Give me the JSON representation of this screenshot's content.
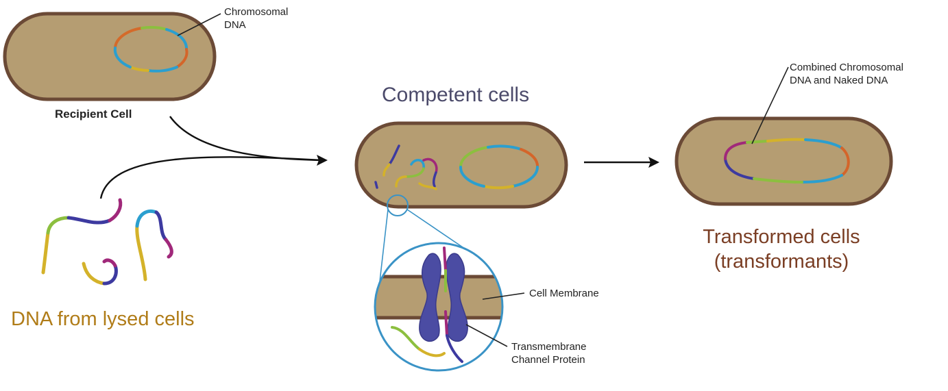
{
  "labels": {
    "chromosomal_dna": [
      "Chromosomal",
      "DNA"
    ],
    "recipient_cell": "Recipient Cell",
    "competent_cells": "Competent cells",
    "combined_dna": [
      "Combined Chromosomal",
      "DNA and Naked DNA"
    ],
    "transformed_cells": [
      "Transformed cells",
      "(transformants)"
    ],
    "dna_from_lysed_cells": "DNA from lysed cells",
    "cell_membrane": "Cell Membrane",
    "channel_protein": [
      "Transmembrane",
      "Channel Protein"
    ]
  },
  "colors": {
    "cell_fill": "#b59d72",
    "cell_border": "#6b4a36",
    "dna_blue": "#2b9fcf",
    "dna_green": "#8cbf3f",
    "dna_yellow": "#d4b22a",
    "dna_orange": "#e0652a",
    "dna_purple": "#6a2a7a",
    "dna_indigo": "#3d3aa0",
    "protein": "#4b4ca3",
    "zoom_circle": "#3a93c6",
    "gold_text": "#b07c18",
    "slate_text": "#4b4a6a",
    "brown_text": "#7a3e24"
  }
}
